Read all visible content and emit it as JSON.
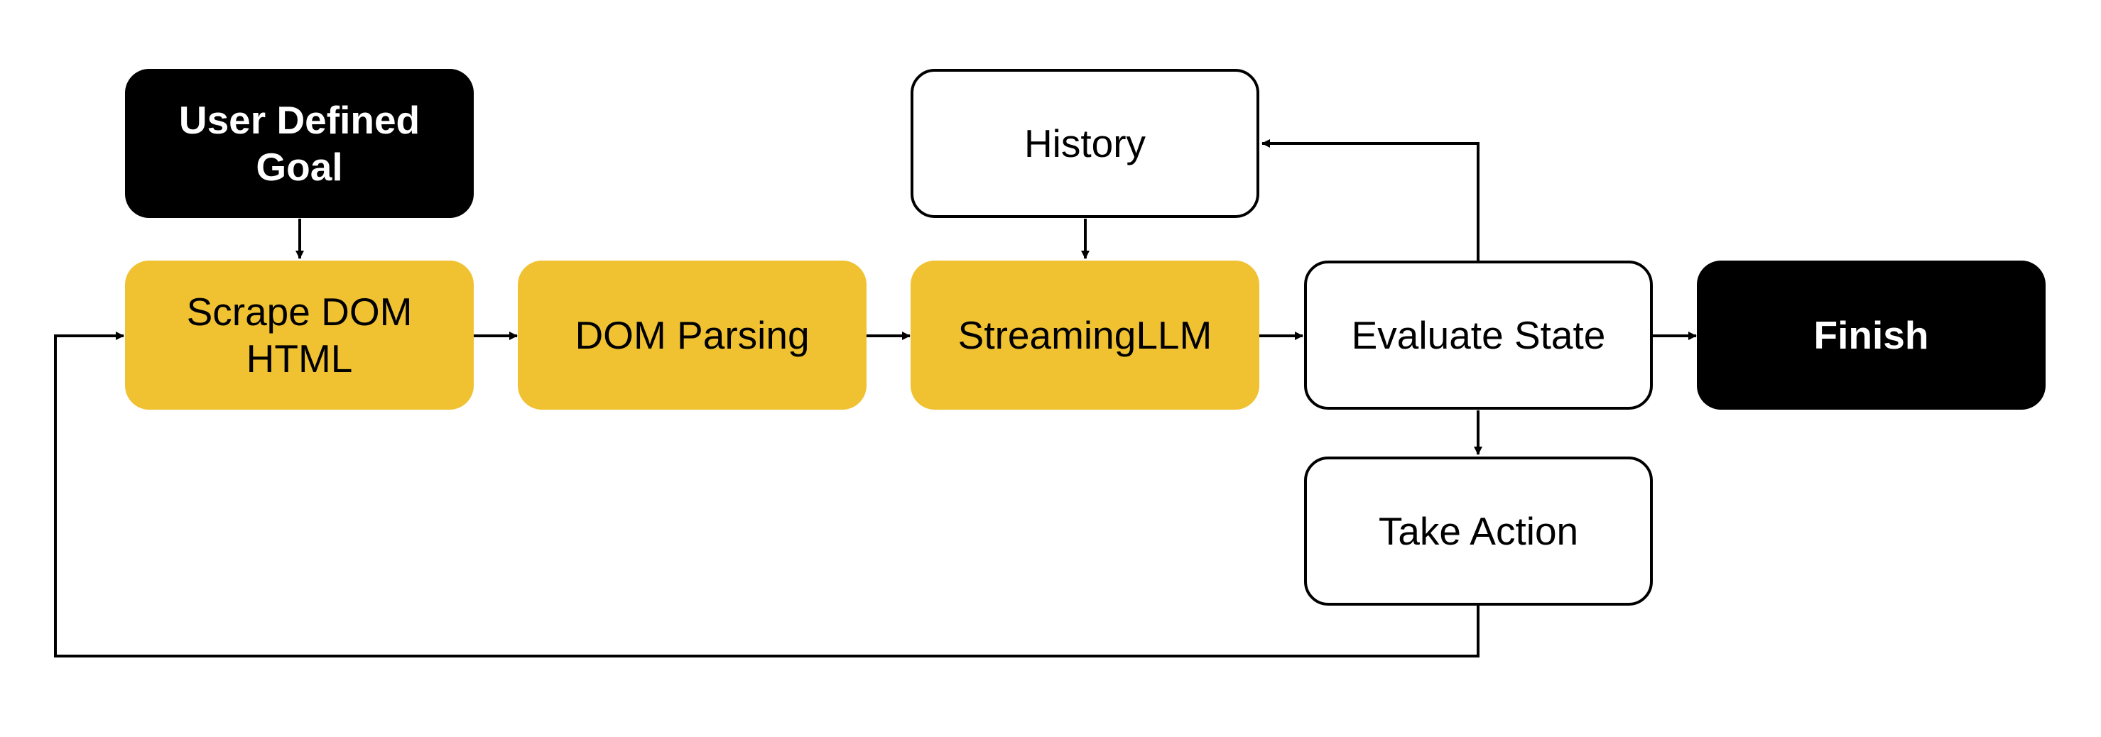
{
  "colors": {
    "dark": "#000000",
    "accent": "#f0c232",
    "light": "#ffffff"
  },
  "nodes": {
    "goal": {
      "label": "User Defined\nGoal"
    },
    "scrape": {
      "label": "Scrape DOM\nHTML"
    },
    "parsing": {
      "label": "DOM Parsing"
    },
    "llm": {
      "label": "StreamingLLM"
    },
    "history": {
      "label": "History"
    },
    "evaluate": {
      "label": "Evaluate State"
    },
    "finish": {
      "label": "Finish"
    },
    "action": {
      "label": "Take Action"
    }
  }
}
